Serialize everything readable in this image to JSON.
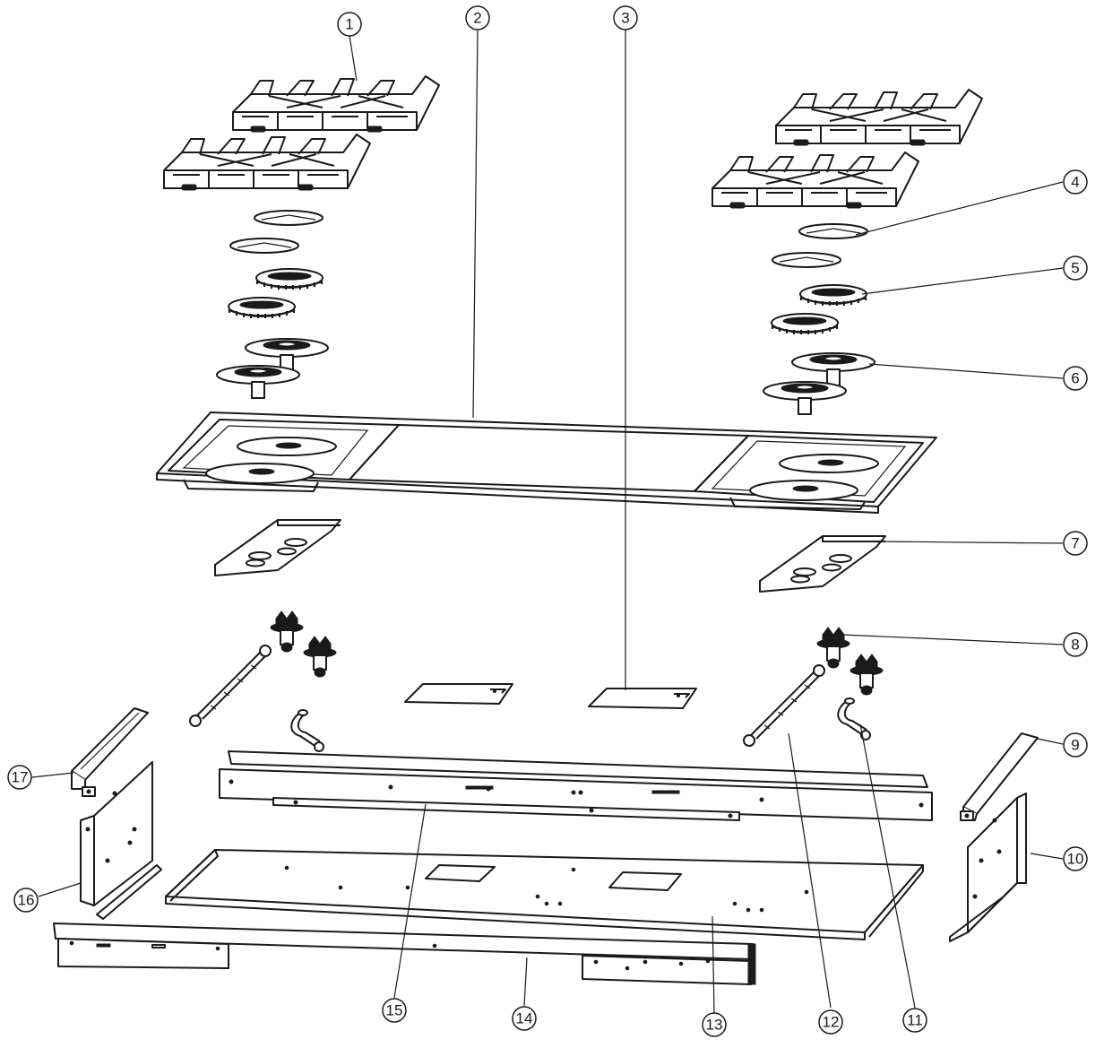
{
  "diagram": {
    "callouts": [
      {
        "id": "1",
        "label": "1"
      },
      {
        "id": "2",
        "label": "2"
      },
      {
        "id": "3",
        "label": "3"
      },
      {
        "id": "4",
        "label": "4"
      },
      {
        "id": "5",
        "label": "5"
      },
      {
        "id": "6",
        "label": "6"
      },
      {
        "id": "7",
        "label": "7"
      },
      {
        "id": "8",
        "label": "8"
      },
      {
        "id": "9",
        "label": "9"
      },
      {
        "id": "10",
        "label": "10"
      },
      {
        "id": "11",
        "label": "11"
      },
      {
        "id": "12",
        "label": "12"
      },
      {
        "id": "13",
        "label": "13"
      },
      {
        "id": "14",
        "label": "14"
      },
      {
        "id": "15",
        "label": "15"
      },
      {
        "id": "16",
        "label": "16"
      },
      {
        "id": "17",
        "label": "17"
      }
    ],
    "colors": {
      "line": "#1a1a1a",
      "background": "#ffffff"
    }
  }
}
